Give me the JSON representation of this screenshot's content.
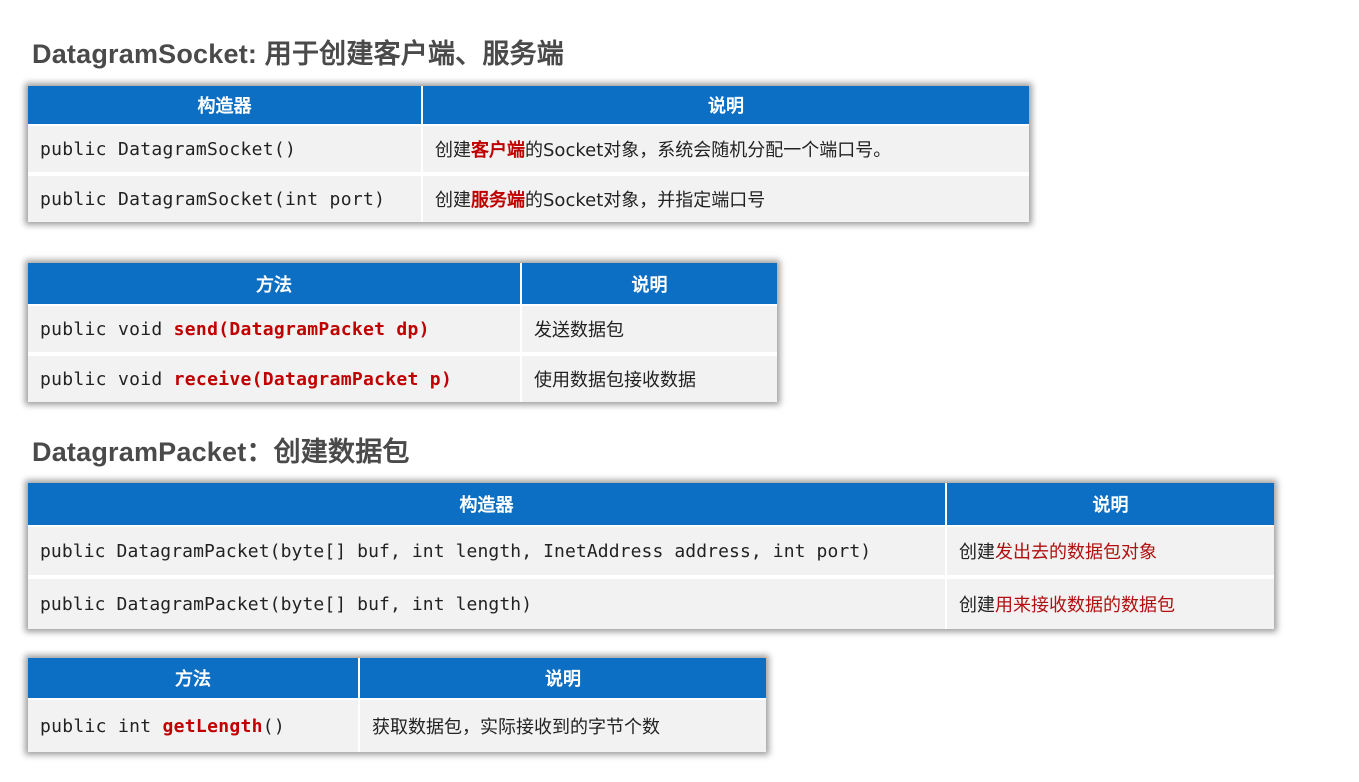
{
  "section1": {
    "heading": "DatagramSocket: 用于创建客户端、服务端",
    "constructors": {
      "col1": "构造器",
      "col2": "说明",
      "rows": [
        {
          "code": "public DatagramSocket()",
          "desc_pre": "创建",
          "desc_hl": "客户端",
          "desc_post": "的Socket对象，系统会随机分配一个端口号。"
        },
        {
          "code": "public DatagramSocket(int port)",
          "desc_pre": "创建",
          "desc_hl": "服务端",
          "desc_post": "的Socket对象，并指定端口号"
        }
      ]
    },
    "methods": {
      "col1": "方法",
      "col2": "说明",
      "rows": [
        {
          "code_pre": "public void ",
          "code_hl": "send(DatagramPacket dp)",
          "desc": "发送数据包"
        },
        {
          "code_pre": "public void ",
          "code_hl": "receive(DatagramPacket p)",
          "desc": "使用数据包接收数据"
        }
      ]
    }
  },
  "section2": {
    "heading": "DatagramPacket：创建数据包",
    "constructors": {
      "col1": "构造器",
      "col2": "说明",
      "rows": [
        {
          "code": "public DatagramPacket(byte[] buf, int length, InetAddress address, int port)",
          "desc_pre": "创建",
          "desc_hl": "发出去的数据包对象"
        },
        {
          "code": "public DatagramPacket(byte[] buf, int length)",
          "desc_pre": "创建",
          "desc_hl": "用来接收数据的数据包"
        }
      ]
    },
    "methods": {
      "col1": "方法",
      "col2": "说明",
      "rows": [
        {
          "code_pre": "public int ",
          "code_hl": "getLength",
          "code_post": "()",
          "desc": "获取数据包，实际接收到的字节个数"
        }
      ]
    }
  },
  "colors": {
    "header_bg": "#0d6fc4",
    "row_bg": "#f2f2f2",
    "highlight_red": "#c00000",
    "heading_text": "#4a4a4a"
  }
}
